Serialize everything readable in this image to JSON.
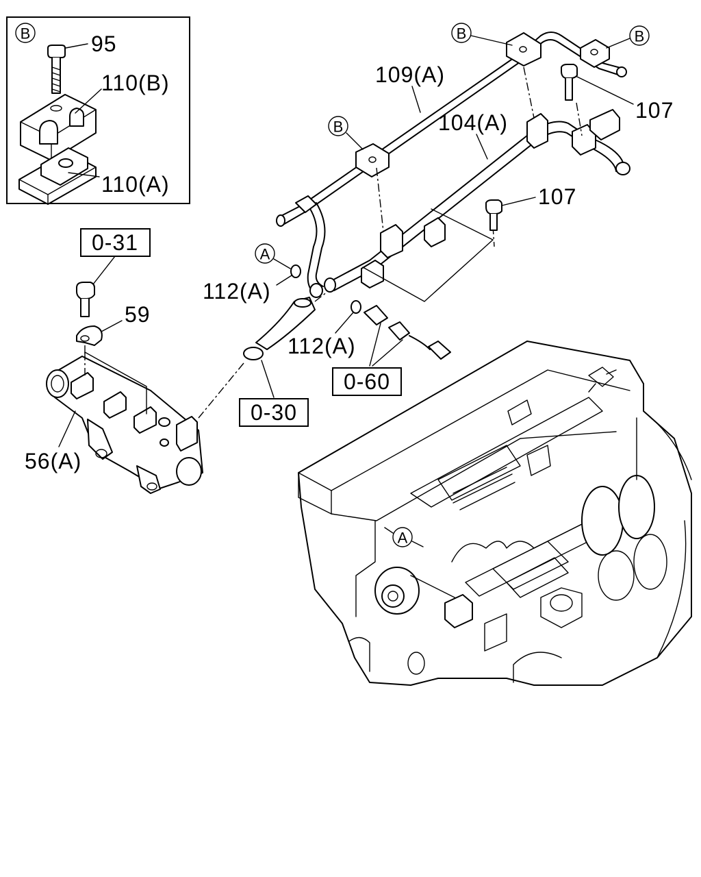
{
  "callouts": {
    "inset_ref": "B",
    "bolt_95": "95",
    "bracket_110b": "110(B)",
    "bracket_110a": "110(A)",
    "ref_b_top_left": "B",
    "ref_b_top_right": "B",
    "ref_b_mid": "B",
    "pipe_109a": "109(A)",
    "pipe_104a": "104(A)",
    "bolt_107_top": "107",
    "bolt_107_mid": "107",
    "ref_a_upper": "A",
    "gasket_112a_left": "112(A)",
    "gasket_112a_right": "112(A)",
    "ref_031": "0-31",
    "clip_59": "59",
    "ref_060": "0-60",
    "ref_030": "0-30",
    "manifold_56a": "56(A)",
    "ref_a_engine": "A"
  }
}
